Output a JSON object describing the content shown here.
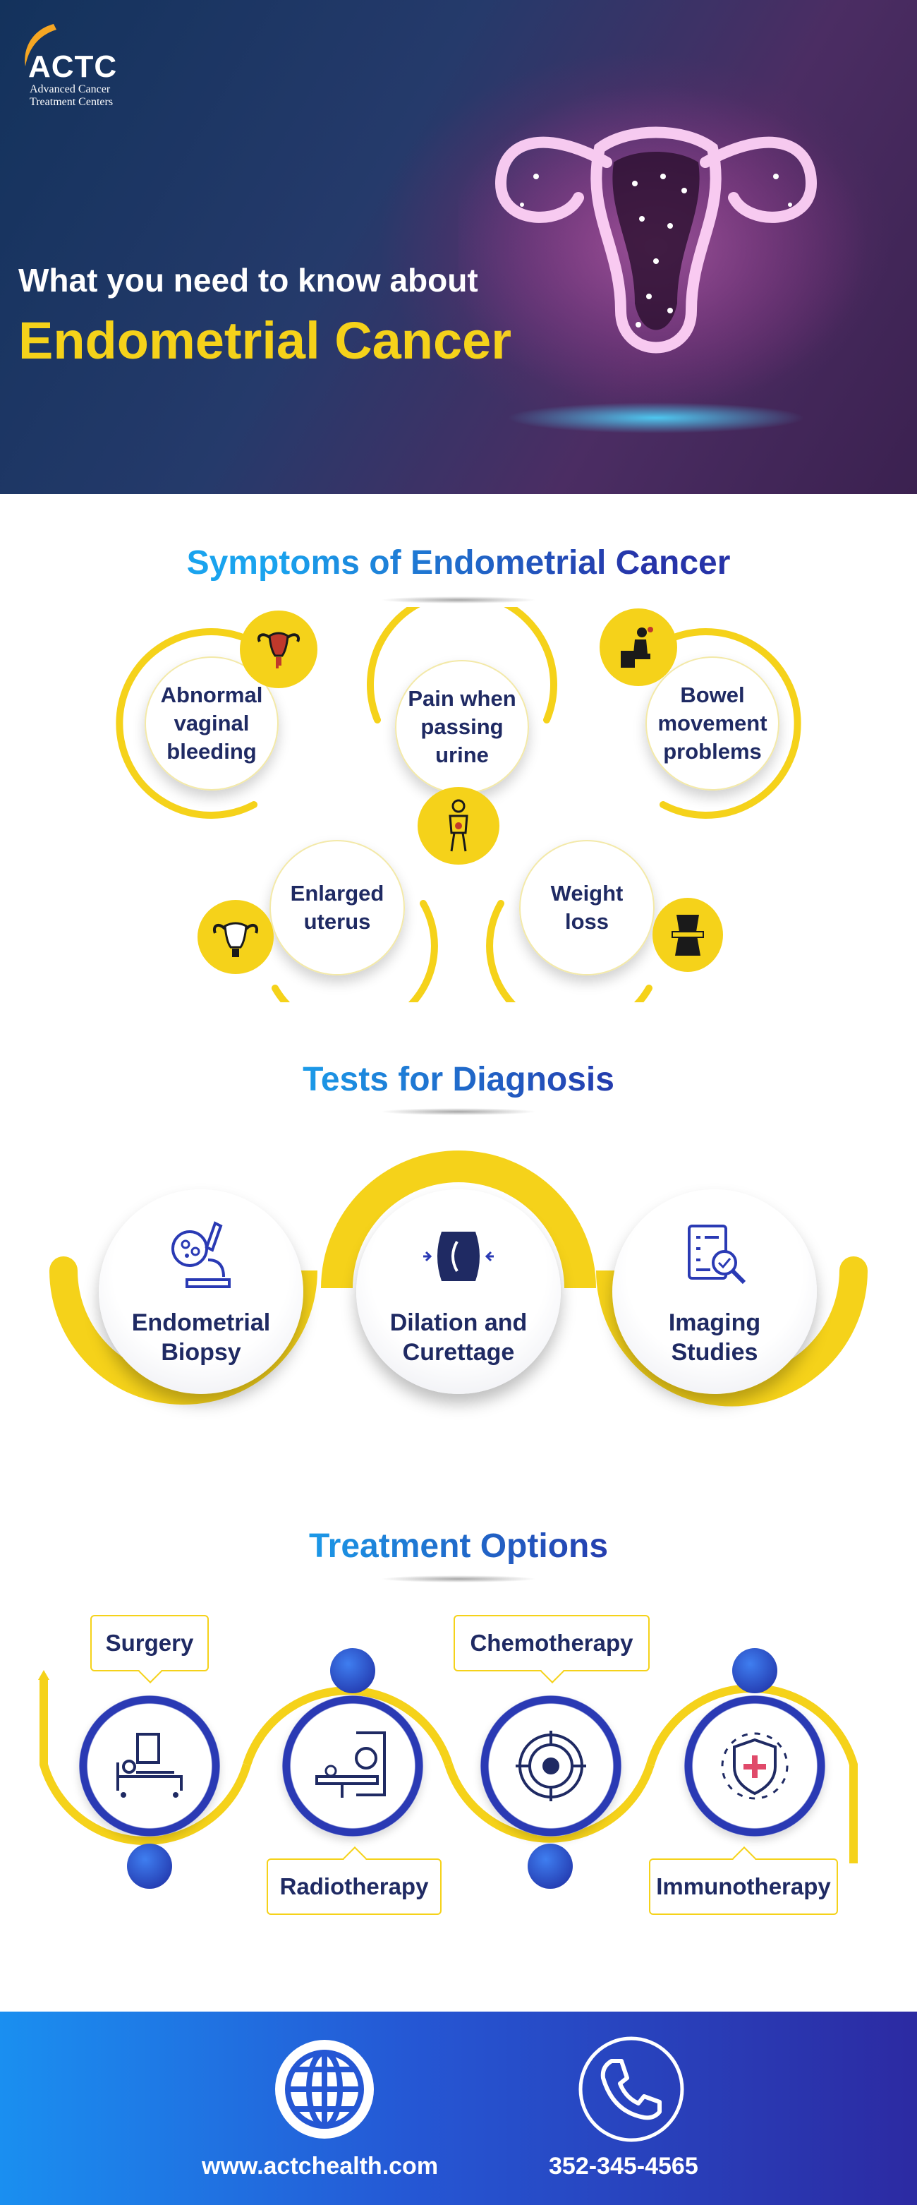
{
  "brand": {
    "logo_text": "ACTC",
    "logo_line1": "Advanced Cancer",
    "logo_line2": "Treatment Centers"
  },
  "hero": {
    "subtitle": "What you need to know about",
    "title": "Endometrial Cancer"
  },
  "symptoms": {
    "title": "Symptoms of Endometrial Cancer",
    "items": [
      {
        "line1": "Abnormal",
        "line2": "vaginal",
        "line3": "bleeding",
        "icon": "uterus-bleeding-icon"
      },
      {
        "line1": "Pain when",
        "line2": "passing",
        "line3": "urine",
        "icon": "person-pain-icon"
      },
      {
        "line1": "Bowel",
        "line2": "movement",
        "line3": "problems",
        "icon": "toilet-icon"
      },
      {
        "line1": "Enlarged",
        "line2": "uterus",
        "icon": "uterus-icon"
      },
      {
        "line1": "Weight",
        "line2": "loss",
        "icon": "waist-measure-icon"
      }
    ]
  },
  "tests": {
    "title": "Tests for Diagnosis",
    "items": [
      {
        "line1": "Endometrial",
        "line2": "Biopsy",
        "icon": "microscope-icon"
      },
      {
        "line1": "Dilation and",
        "line2": "Curettage",
        "icon": "dilation-icon"
      },
      {
        "line1": "Imaging",
        "line2": "Studies",
        "icon": "report-magnifier-icon"
      }
    ]
  },
  "treatments": {
    "title": "Treatment Options",
    "items": [
      {
        "label": "Surgery",
        "icon": "hospital-bed-icon"
      },
      {
        "label": "Radiotherapy",
        "icon": "radiotherapy-machine-icon"
      },
      {
        "label": "Chemotherapy",
        "icon": "cancer-cell-target-icon"
      },
      {
        "label": "Immunotherapy",
        "icon": "shield-cross-icon"
      }
    ]
  },
  "footer": {
    "website": "www.actchealth.com",
    "phone": "352-345-4565",
    "website_icon": "globe-icon",
    "phone_icon": "phone-icon"
  },
  "colors": {
    "accent_yellow": "#f5d21a",
    "text_navy": "#1f2a63",
    "title_blue": "#1aa3ee",
    "deep_blue": "#2633a8"
  }
}
